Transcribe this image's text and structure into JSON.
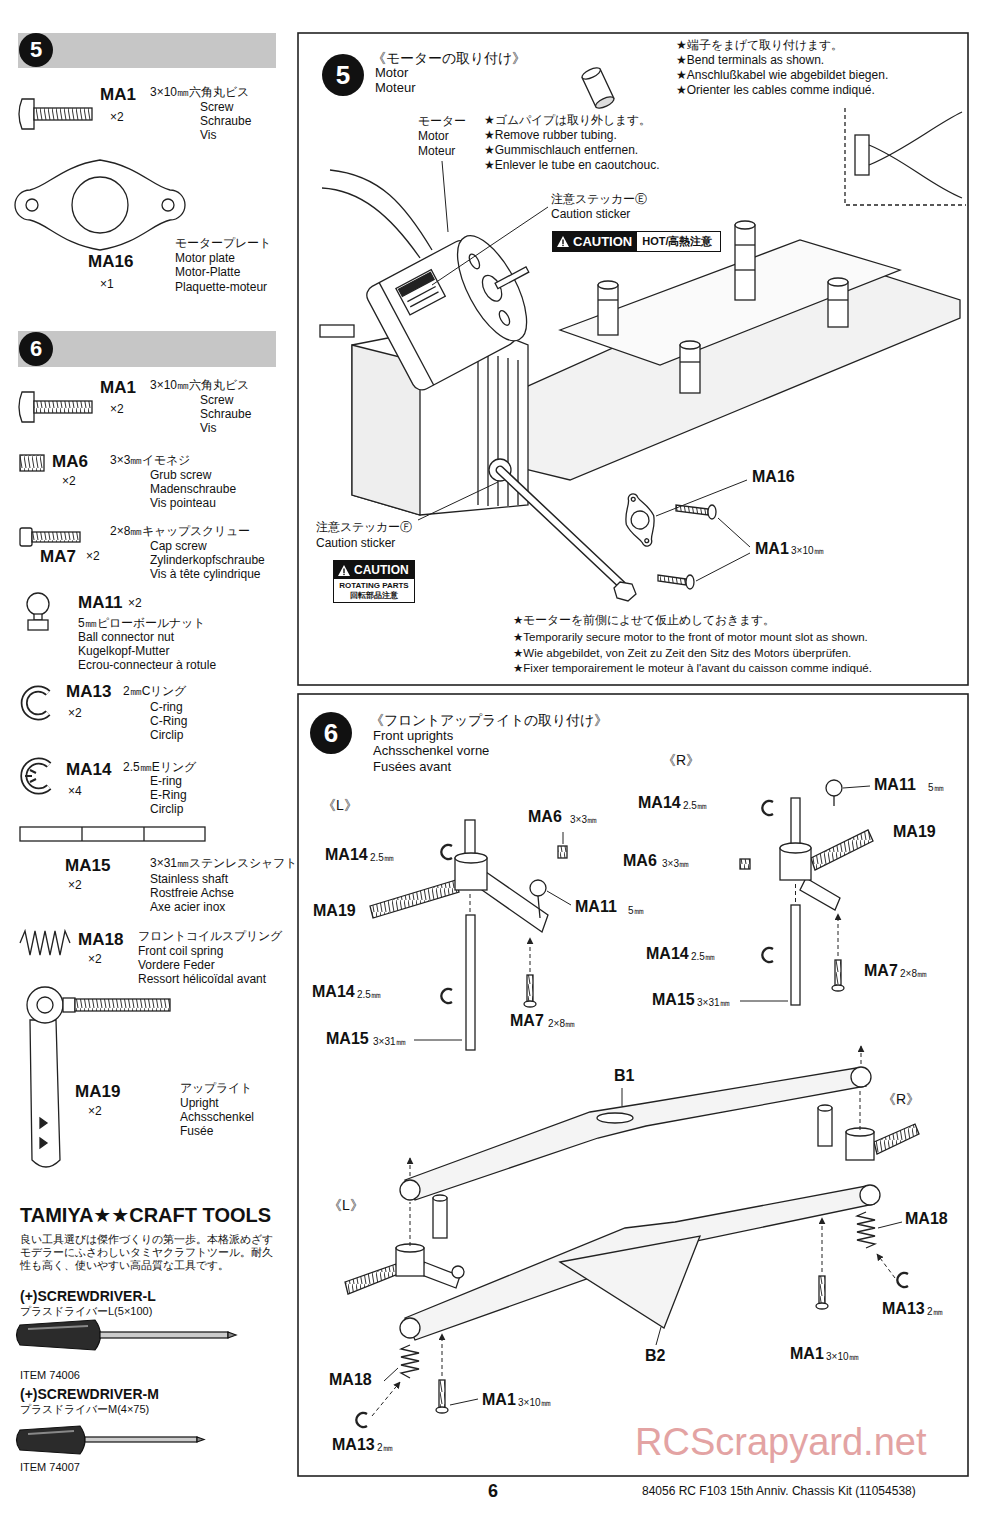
{
  "diagram": {
    "nodes": [
      {
        "text": [
          "5"
        ]
      },
      {
        "text": [
          "6"
        ]
      },
      {
        "text": [
          "5"
        ]
      },
      {
        "text": [
          "CAUTION",
          "HOT/高熱注意"
        ]
      },
      {
        "text": [
          "CAUTION",
          "ROTATING PARTS 回転部品注意"
        ]
      },
      {
        "text": [
          "6"
        ]
      }
    ],
    "labels": [
      "MA1",
      "×2",
      "3×10㎜六角丸ビス",
      "Screw",
      "Schraube",
      "Vis",
      "モータープレート",
      "Motor plate",
      "Motor-Platte",
      "Plaquette-moteur",
      "MA16",
      "×1",
      "MA1",
      "×2",
      "3×10㎜六角丸ビス",
      "Screw",
      "Schraube",
      "Vis",
      "MA6",
      "×2",
      "3×3㎜イモネジ",
      "Grub screw",
      "Madenschraube",
      "Vis pointeau",
      "MA7",
      "×2",
      "2×8㎜キャップスクリュー",
      "Cap screw",
      "Zylinderkopfschraube",
      "Vis à tête cylindrique",
      "MA11",
      "×2",
      "5㎜ピローボールナット",
      "Ball connector nut",
      "Kugelkopf-Mutter",
      "Ecrou-connecteur à rotule",
      "MA13",
      "×2",
      "2㎜Cリング",
      "C-ring",
      "C-Ring",
      "Circlip",
      "MA14",
      "×4",
      "2.5㎜Eリング",
      "E-ring",
      "E-Ring",
      "Circlip",
      "MA15",
      "×2",
      "3×31㎜ステンレスシャフト",
      "Stainless shaft",
      "Rostfreie Achse",
      "Axe acier inox",
      "MA18",
      "×2",
      "フロントコイルスプリング",
      "Front coil spring",
      "Vordere Feder",
      "Ressort hélicoïdal avant",
      "MA19",
      "×2",
      "アップライト",
      "Upright",
      "Achsschenkel",
      "Fusée",
      "TAMIYA★★CRAFT TOOLS",
      "良い工具選びは傑作づくりの第一歩。本格派めざすモデラーにふさわしいタミヤクラフトツール。耐久性も高く、使いやすい高品質な工具です。",
      "(+)SCREWDRIVER-L",
      "プラスドライバーL(5×100)",
      "ITEM 74006",
      "(+)SCREWDRIVER-M",
      "プラスドライバーM(4×75)",
      "ITEM 74007",
      "6",
      "84056 RC F103 15th Anniv. Chassis Kit (11054538)",
      "RCScrapyard.net",
      "《モーターの取り付け》",
      "Motor",
      "Moteur",
      "★端子をまげて取り付けます。",
      "★Bend terminals as shown.",
      "★Anschlußkabel wie abgebildet biegen.",
      "★Orienter les cables comme indiqué.",
      "モーター",
      "Motor",
      "Moteur",
      "★ゴムパイプは取り外します。",
      "★Remove rubber tubing.",
      "★Gummischlauch entfernen.",
      "★Enlever le tube en caoutchouc.",
      "注意ステッカーⒺ",
      "Caution sticker",
      "MA16",
      "MA1",
      "3×10㎜",
      "注意ステッカーⒻ",
      "Caution sticker",
      "★モーターを前側によせて仮止めしておきます。",
      "★Temporarily secure motor to the front of motor mount slot as shown.",
      "★Wie abgebildet, von Zeit zu Zeit den Sitz des Motors überprüfen.",
      "★Fixer temporairement le moteur à l'avant du caisson comme indiqué.",
      "《フロントアップライトの取り付け》",
      "Front uprights",
      "Achsschenkel vorne",
      "Fusées avant",
      "《R》",
      "《L》",
      "MA6",
      "3×3㎜",
      "MA14",
      "2.5㎜",
      "MA11",
      "5㎜",
      "MA14",
      "2.5㎜",
      "MA19",
      "MA6",
      "3×3㎜",
      "MA19",
      "MA11",
      "5㎜",
      "MA14",
      "2.5㎜",
      "MA7",
      "2×8㎜",
      "MA14",
      "2.5㎜",
      "MA15",
      "3×31㎜",
      "MA7",
      "2×8㎜",
      "MA15",
      "3×31㎜",
      "B1",
      "《R》",
      "《L》",
      "MA18",
      "MA13",
      "2㎜",
      "B2",
      "MA1",
      "3×10㎜",
      "MA18",
      "MA1",
      "3×10㎜",
      "MA13",
      "2㎜"
    ]
  }
}
